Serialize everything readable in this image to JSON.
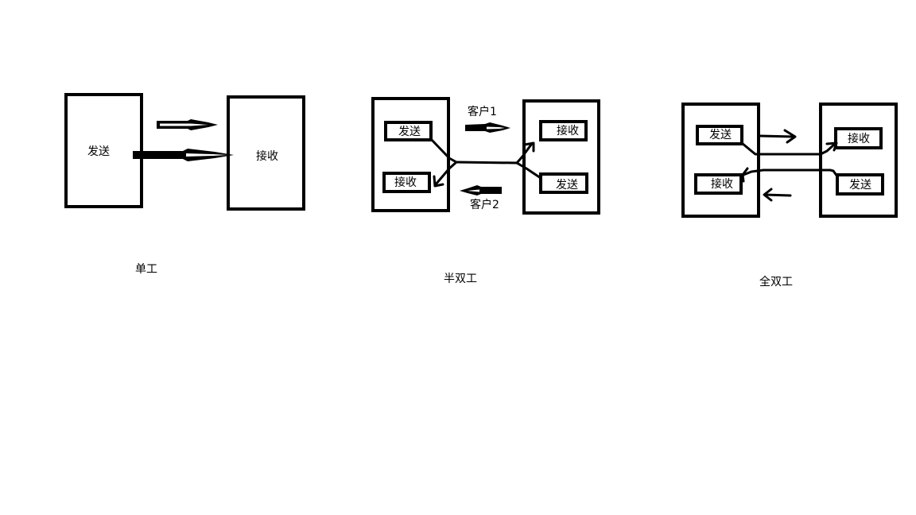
{
  "diagram": {
    "colors": {
      "stroke": "#000000",
      "background": "#ffffff"
    },
    "simplex": {
      "caption": "单工",
      "sender_box": {
        "label": "发送"
      },
      "receiver_box": {
        "label": "接收"
      }
    },
    "half_duplex": {
      "caption": "半双工",
      "left_box": {
        "send_label": "发送",
        "receive_label": "接收"
      },
      "right_box": {
        "receive_label": "接收",
        "send_label": "发送"
      },
      "arrow_top_label": "客户1",
      "arrow_bottom_label": "客户2"
    },
    "full_duplex": {
      "caption": "全双工",
      "left_box": {
        "send_label": "发送",
        "receive_label": "接收"
      },
      "right_box": {
        "receive_label": "接收",
        "send_label": "发送"
      }
    }
  }
}
